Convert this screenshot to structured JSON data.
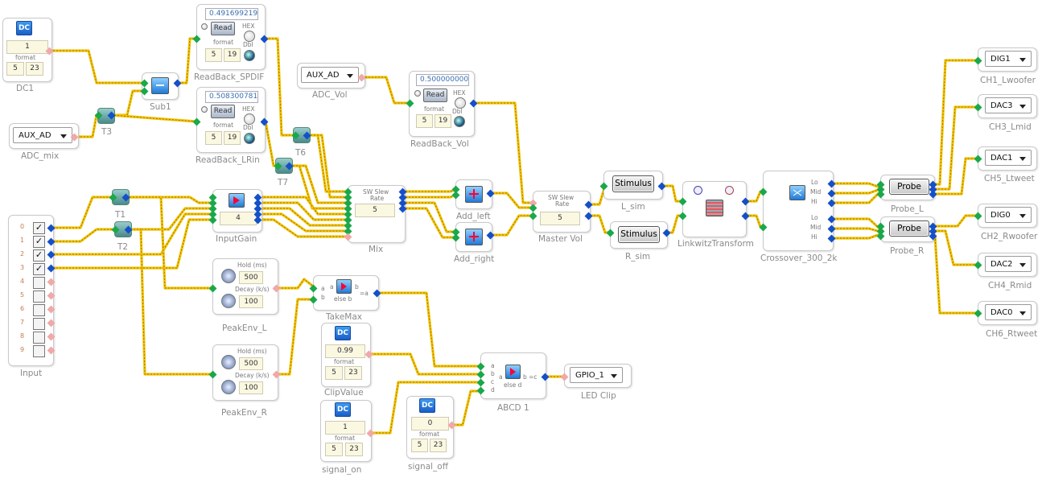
{
  "blocks": {
    "dc1": {
      "caption": "DC1",
      "icon": "DC",
      "value": "1",
      "format_label": "format",
      "f1": "5",
      "f2": "23"
    },
    "sub1": {
      "caption": "Sub1"
    },
    "adc_mix": {
      "caption": "ADC_mix",
      "selected": "AUX_AD"
    },
    "t3": {
      "caption": "T3"
    },
    "rb_spdif": {
      "caption": "ReadBack_SPDIF",
      "value": "0.491699219",
      "read": "Read",
      "format_label": "format",
      "hex": "HEX",
      "dbl": "Dbl",
      "f1": "5",
      "f2": "19"
    },
    "rb_lrin": {
      "caption": "ReadBack_LRin",
      "value": "0.508300781",
      "read": "Read",
      "format_label": "format",
      "hex": "HEX",
      "dbl": "Dbl",
      "f1": "5",
      "f2": "19"
    },
    "t6": {
      "caption": "T6"
    },
    "t7": {
      "caption": "T7"
    },
    "t1": {
      "caption": "T1"
    },
    "t2": {
      "caption": "T2"
    },
    "adc_vol": {
      "caption": "ADC_Vol",
      "selected": "AUX_AD"
    },
    "rb_vol": {
      "caption": "ReadBack_Vol",
      "value": "0.500000000",
      "read": "Read",
      "format_label": "format",
      "hex": "HEX",
      "dbl": "Dbl",
      "f1": "5",
      "f2": "19"
    },
    "inputgain": {
      "caption": "InputGain",
      "value": "4"
    },
    "mix": {
      "caption": "Mix",
      "label1": "SW Slew",
      "label2": "Rate",
      "value": "5"
    },
    "add_left": {
      "caption": "Add_left"
    },
    "add_right": {
      "caption": "Add_right"
    },
    "mastervol": {
      "caption": "Master Vol",
      "label1": "SW Slew",
      "label2": "Rate",
      "value": "5"
    },
    "l_sim": {
      "caption": "L_sim",
      "button": "Stimulus"
    },
    "r_sim": {
      "caption": "R_sim",
      "button": "Stimulus"
    },
    "linkwitz": {
      "caption": "LinkwitzTransform"
    },
    "crossover": {
      "caption": "Crossover_300_2k",
      "ports_a": [
        "Lo",
        "Mid",
        "Hi"
      ],
      "ports_b": [
        "Lo",
        "Mid",
        "Hi"
      ]
    },
    "probe_l": {
      "caption": "Probe_L",
      "button": "Probe"
    },
    "probe_r": {
      "caption": "Probe_R",
      "button": "Probe"
    },
    "ch1": {
      "caption": "CH1_Lwoofer",
      "selected": "DIG1"
    },
    "ch3": {
      "caption": "CH3_Lmid",
      "selected": "DAC3"
    },
    "ch5": {
      "caption": "CH5_Ltweet",
      "selected": "DAC1"
    },
    "ch2": {
      "caption": "CH2_Rwoofer",
      "selected": "DIG0"
    },
    "ch4": {
      "caption": "CH4_Rmid",
      "selected": "DAC2"
    },
    "ch6": {
      "caption": "CH6_Rtweet",
      "selected": "DAC0"
    },
    "input": {
      "caption": "Input",
      "rows": [
        "0",
        "1",
        "2",
        "3",
        "4",
        "5",
        "6",
        "7",
        "8",
        "9"
      ],
      "checked": [
        true,
        true,
        true,
        true,
        false,
        false,
        false,
        false,
        false,
        false
      ]
    },
    "peakenv_l": {
      "caption": "PeakEnv_L",
      "hold_label": "Hold (ms)",
      "hold": "500",
      "decay_label": "Decay (k/s)",
      "decay": "100"
    },
    "peakenv_r": {
      "caption": "PeakEnv_R",
      "hold_label": "Hold (ms)",
      "hold": "500",
      "decay_label": "Decay (k/s)",
      "decay": "100"
    },
    "takemax": {
      "caption": "TakeMax",
      "a": "a",
      "b": "b",
      "expr_a": "a",
      "expr_b": "b",
      "else": "else b",
      "out": "=a"
    },
    "clipvalue": {
      "caption": "ClipValue",
      "icon": "DC",
      "value": "0.99",
      "format_label": "format",
      "f1": "5",
      "f2": "23"
    },
    "abcd1": {
      "caption": "ABCD 1",
      "ins": [
        "a",
        "b",
        "c",
        "d"
      ],
      "expr_a": "a",
      "expr_b": "b =c",
      "else": "else d"
    },
    "ledclip": {
      "caption": "LED Clip",
      "selected": "GPIO_1"
    },
    "signal_on": {
      "caption": "signal_on",
      "icon": "DC",
      "value": "1",
      "format_label": "format",
      "f1": "5",
      "f2": "23"
    },
    "signal_off": {
      "caption": "signal_off",
      "icon": "DC",
      "value": "0",
      "format_label": "format",
      "f1": "5",
      "f2": "23"
    }
  },
  "colors": {
    "wire": "#f2c200",
    "wire_dash": "#a07800",
    "pin_in": "#1aa84a",
    "pin_out": "#1450c8",
    "caption": "#8a8a8a"
  }
}
